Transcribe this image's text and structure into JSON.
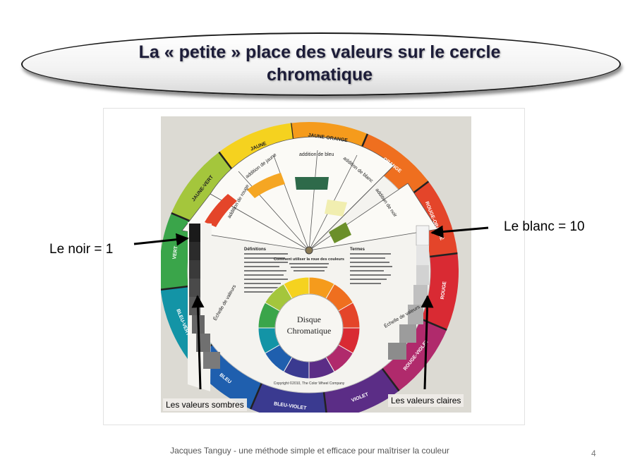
{
  "title": {
    "line1": "La « petite » place des valeurs sur le cercle",
    "line2": "chromatique"
  },
  "labels": {
    "noir": "Le noir = 1",
    "blanc": "Le blanc = 10",
    "sombres": "Les valeurs sombres",
    "claires": "Les valeurs claires"
  },
  "footer": "Jacques Tanguy -  une méthode simple et efficace pour maîtriser la couleur",
  "page_number": "4",
  "wheel": {
    "hue_names": [
      "JAUNE-ORANGE",
      "ORANGE",
      "ROUGE-ORANGÉ",
      "ROUGE",
      "ROUGE-VIOLET",
      "VIOLET",
      "BLEU-VIOLET",
      "BLEU",
      "BLEU-VERT",
      "VERT",
      "JAUNE-VERT",
      "JAUNE"
    ],
    "window_labels": [
      "addition de rouge",
      "addition de jaune",
      "addition de bleu",
      "addition de blanc",
      "addition de noir"
    ],
    "center_title1": "Disque",
    "center_title2": "Chromatique",
    "instruction": "Comment utiliser la roue des couleurs",
    "definitions_title": "Définitions",
    "terms_title": "Termes",
    "value_scale_dark": "Échelle de valeurs",
    "value_scale_light": "Échelle de valeurs",
    "copyright": "Copyright ©2010, The Color Wheel Company",
    "hue_colors": [
      "#f59b1c",
      "#ef6f1f",
      "#e4452a",
      "#d92a33",
      "#b02a6c",
      "#5b2d86",
      "#3a3a90",
      "#1f5fae",
      "#1394a6",
      "#3aa54a",
      "#a4c63c",
      "#f5d21f"
    ]
  }
}
